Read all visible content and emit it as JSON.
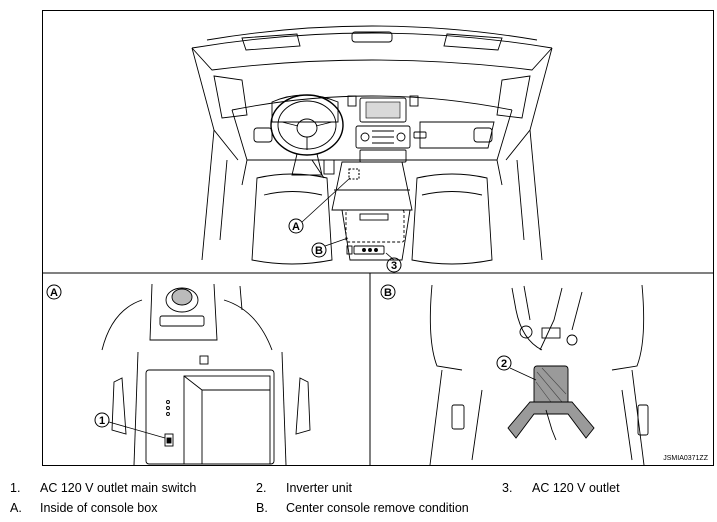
{
  "diagram": {
    "callouts": {
      "main": {
        "a": "A",
        "b": "B",
        "three": "3"
      },
      "panel_a": {
        "label": "A",
        "one": "1"
      },
      "panel_b": {
        "label": "B",
        "two": "2"
      }
    },
    "code": "JSMIA0371ZZ"
  },
  "legend": {
    "items": [
      {
        "key": "1.",
        "text": "AC 120 V outlet main switch"
      },
      {
        "key": "2.",
        "text": "Inverter unit"
      },
      {
        "key": "3.",
        "text": "AC 120 V outlet"
      },
      {
        "key": "A.",
        "text": "Inside of console box"
      },
      {
        "key": "B.",
        "text": "Center console remove condition"
      }
    ]
  }
}
